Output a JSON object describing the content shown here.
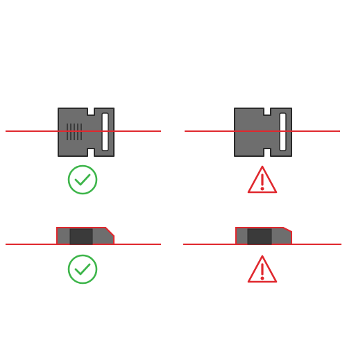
{
  "colors": {
    "ok": "#3db54a",
    "warning": "#e0282e",
    "line": "#e0282e",
    "buckle_body": "#6e6e6e",
    "buckle_dark": "#3a3a3a",
    "buckle_outline": "#2a2a2a",
    "background": "#ffffff"
  },
  "panels": [
    {
      "id": "top-left",
      "view": "top-view",
      "buckle_variant": "ribbed",
      "status": "ok",
      "icon": "check-circle-icon"
    },
    {
      "id": "top-right",
      "view": "top-view",
      "buckle_variant": "smooth",
      "status": "warning",
      "icon": "warning-triangle-icon"
    },
    {
      "id": "bottom-left",
      "view": "side-view",
      "buckle_variant": "textured",
      "status": "ok",
      "icon": "check-circle-icon"
    },
    {
      "id": "bottom-right",
      "view": "side-view",
      "buckle_variant": "plain",
      "status": "warning",
      "icon": "warning-triangle-icon"
    }
  ]
}
